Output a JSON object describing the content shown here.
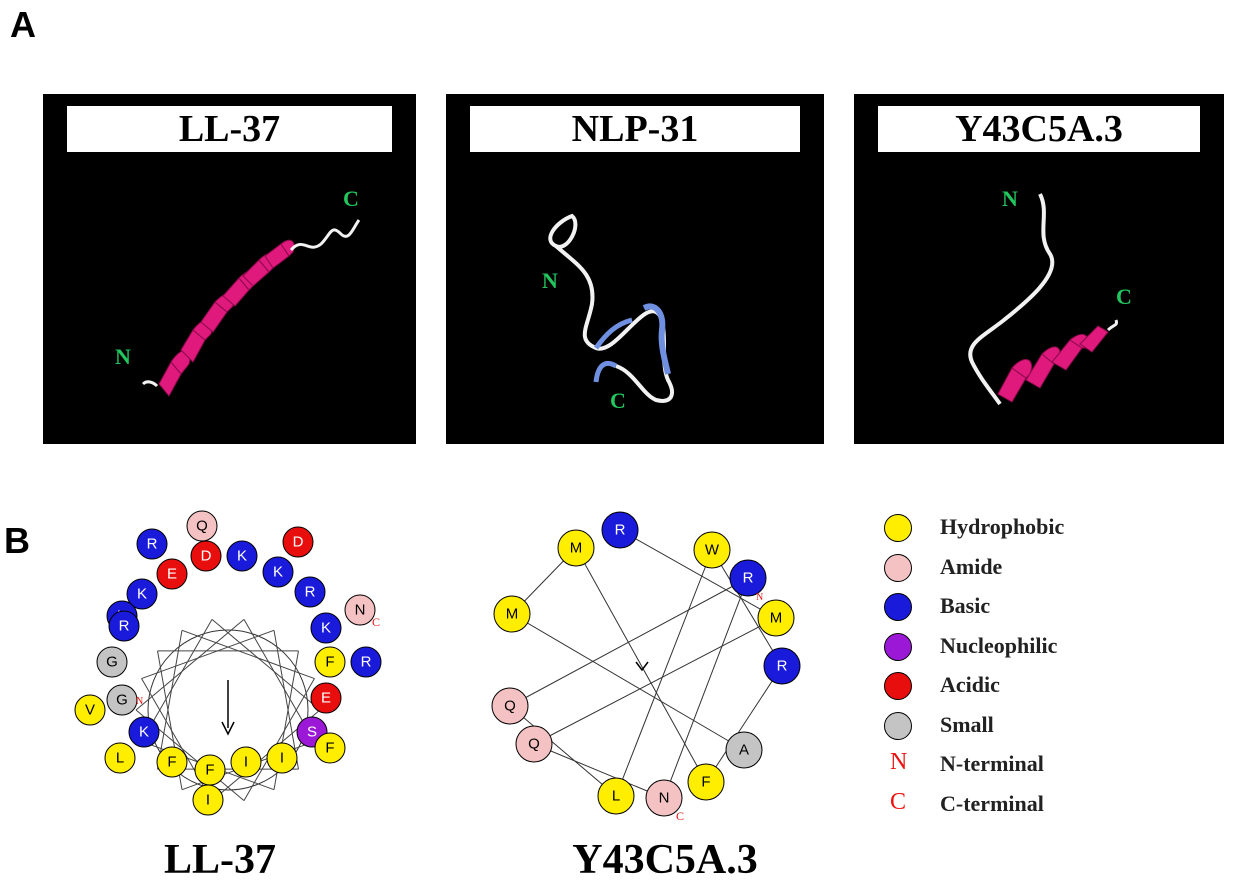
{
  "panels": {
    "a_label": "A",
    "b_label": "B"
  },
  "structures": [
    {
      "title": "LL-37",
      "n_label": "N",
      "c_label": "C"
    },
    {
      "title": "NLP-31",
      "n_label": "N",
      "c_label": "C"
    },
    {
      "title": "Y43C5A.3",
      "n_label": "N",
      "c_label": "C"
    }
  ],
  "wheels": {
    "ll37": {
      "title": "LL-37",
      "residues": [
        {
          "aa": "Q",
          "class": "Amide"
        },
        {
          "aa": "R",
          "class": "Basic"
        },
        {
          "aa": "D",
          "class": "Acidic"
        },
        {
          "aa": "K",
          "class": "Basic"
        },
        {
          "aa": "D",
          "class": "Acidic"
        },
        {
          "aa": "E",
          "class": "Acidic"
        },
        {
          "aa": "K",
          "class": "Basic"
        },
        {
          "aa": "K",
          "class": "Basic"
        },
        {
          "aa": "R",
          "class": "Basic"
        },
        {
          "aa": "N",
          "class": "Amide"
        },
        {
          "aa": "K",
          "class": "Basic"
        },
        {
          "aa": "R",
          "class": "Basic"
        },
        {
          "aa": "K",
          "class": "Basic"
        },
        {
          "aa": "G",
          "class": "Small"
        },
        {
          "aa": "F",
          "class": "Hydrophobic"
        },
        {
          "aa": "R",
          "class": "Basic"
        },
        {
          "aa": "G",
          "class": "Small"
        },
        {
          "aa": "E",
          "class": "Acidic"
        },
        {
          "aa": "V",
          "class": "Hydrophobic"
        },
        {
          "aa": "K",
          "class": "Basic"
        },
        {
          "aa": "S",
          "class": "Nucleophilic"
        },
        {
          "aa": "L",
          "class": "Hydrophobic"
        },
        {
          "aa": "F",
          "class": "Hydrophobic"
        },
        {
          "aa": "F",
          "class": "Hydrophobic"
        },
        {
          "aa": "I",
          "class": "Hydrophobic"
        },
        {
          "aa": "I",
          "class": "Hydrophobic"
        },
        {
          "aa": "F",
          "class": "Hydrophobic"
        },
        {
          "aa": "I",
          "class": "Hydrophobic"
        }
      ],
      "n_marker": "N",
      "c_marker": "C"
    },
    "y43": {
      "title": "Y43C5A.3",
      "residues": [
        {
          "aa": "R",
          "class": "Basic"
        },
        {
          "aa": "M",
          "class": "Hydrophobic"
        },
        {
          "aa": "W",
          "class": "Hydrophobic"
        },
        {
          "aa": "R",
          "class": "Basic"
        },
        {
          "aa": "M",
          "class": "Hydrophobic"
        },
        {
          "aa": "M",
          "class": "Hydrophobic"
        },
        {
          "aa": "R",
          "class": "Basic"
        },
        {
          "aa": "Q",
          "class": "Amide"
        },
        {
          "aa": "Q",
          "class": "Amide"
        },
        {
          "aa": "A",
          "class": "Small"
        },
        {
          "aa": "F",
          "class": "Hydrophobic"
        },
        {
          "aa": "L",
          "class": "Hydrophobic"
        },
        {
          "aa": "N",
          "class": "Amide"
        }
      ],
      "n_marker": "N",
      "c_marker": "C"
    }
  },
  "legend": [
    {
      "label": "Hydrophobic",
      "color": "#ffee00",
      "type": "swatch"
    },
    {
      "label": "Amide",
      "color": "#f4c2c2",
      "type": "swatch"
    },
    {
      "label": "Basic",
      "color": "#1a1adb",
      "type": "swatch"
    },
    {
      "label": "Nucleophilic",
      "color": "#9b19d6",
      "type": "swatch"
    },
    {
      "label": "Acidic",
      "color": "#e80e0e",
      "type": "swatch"
    },
    {
      "label": "Small",
      "color": "#c4c4c4",
      "type": "swatch"
    },
    {
      "label": "N-terminal",
      "letter": "N",
      "type": "letter"
    },
    {
      "label": "C-terminal",
      "letter": "C",
      "type": "letter"
    }
  ],
  "colors": {
    "helix": "#e0197d",
    "coil": "#f2f2f2",
    "loop_blue": "#6f8fe0",
    "terminus_label": "#22c55e",
    "terminal_marker": "#e11111"
  }
}
